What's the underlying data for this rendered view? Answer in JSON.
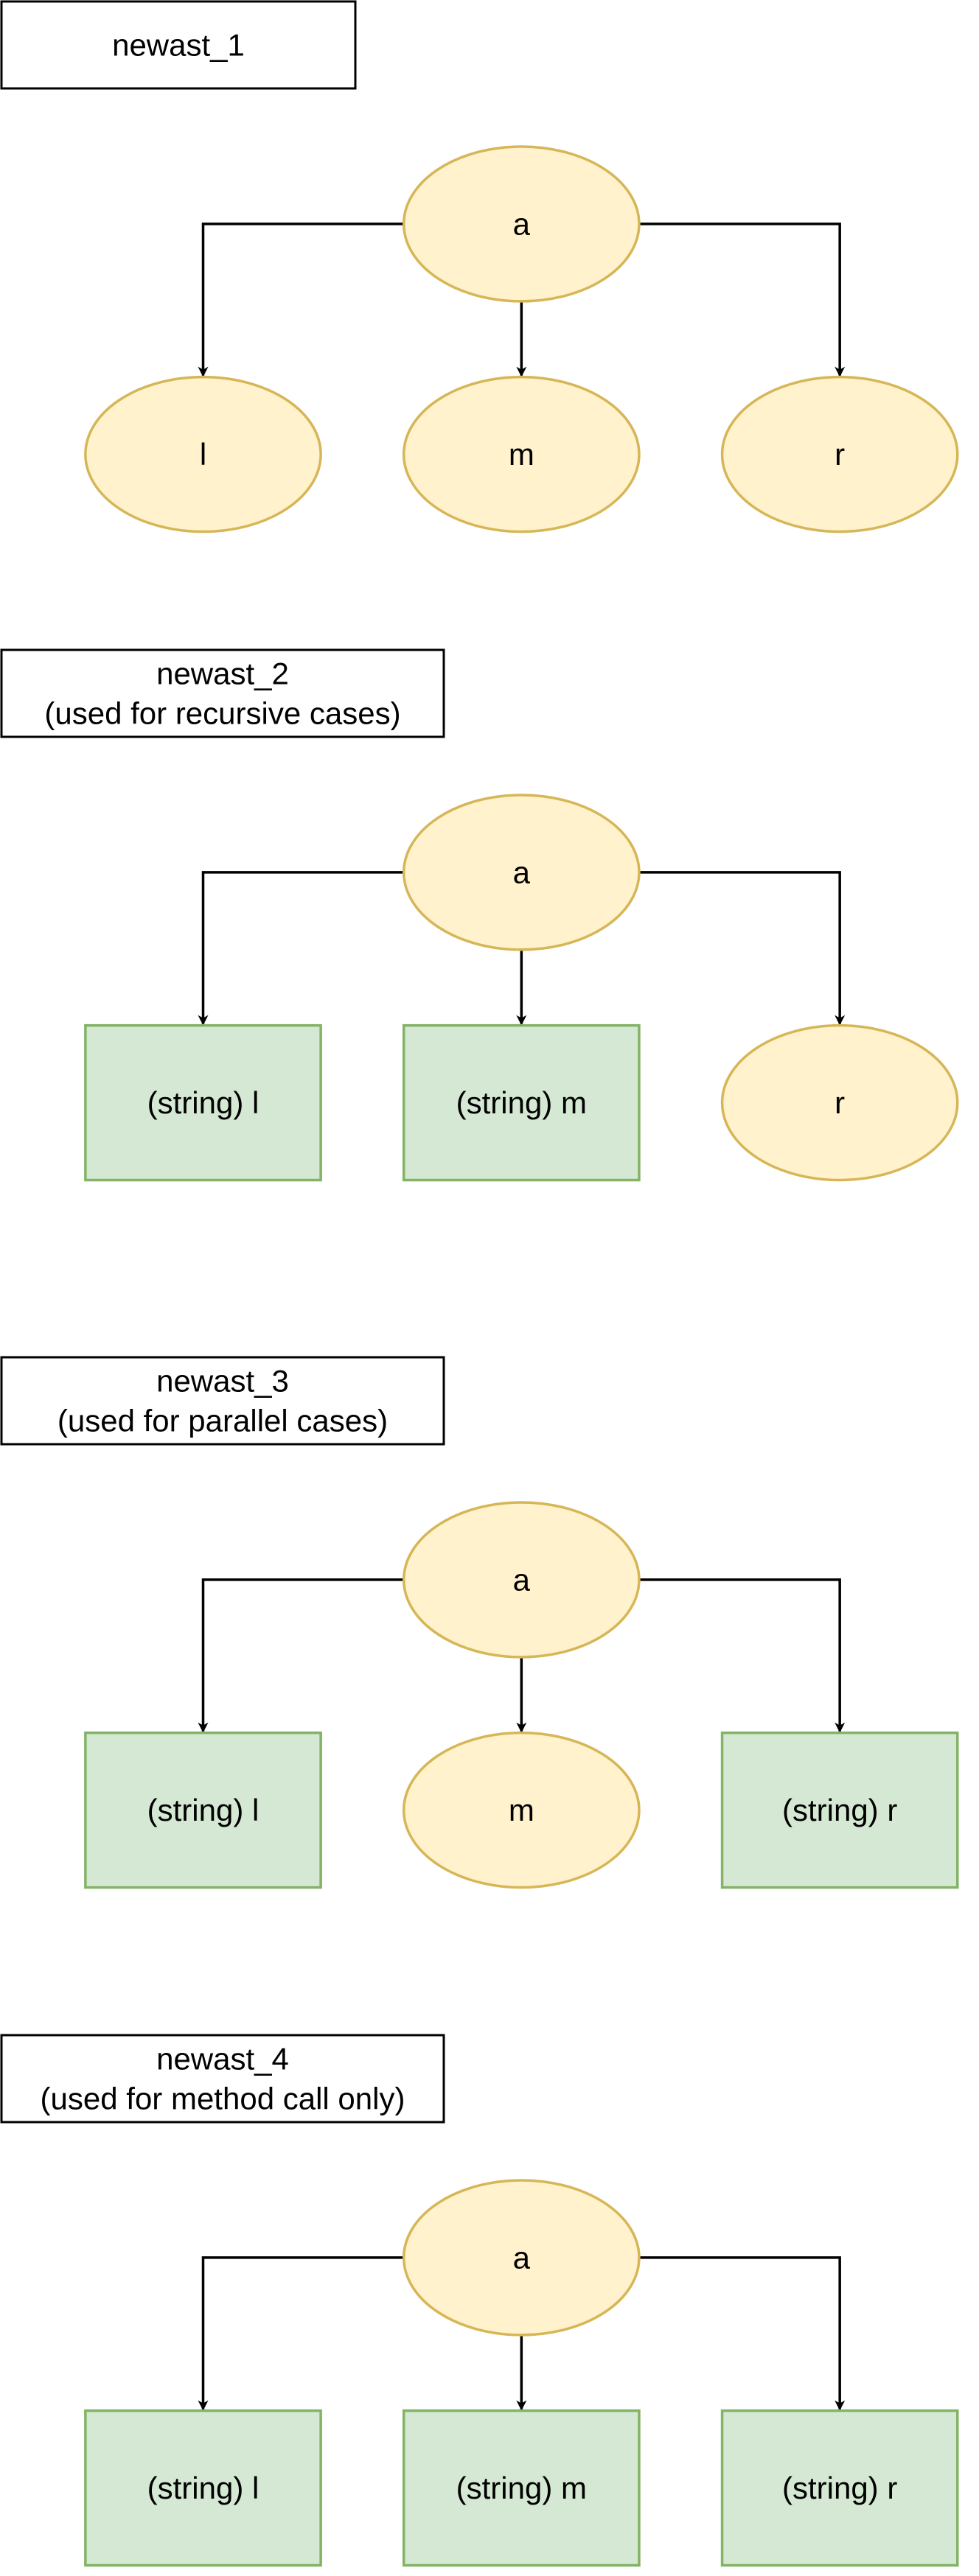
{
  "colors": {
    "ellipse_fill": "#fff2cc",
    "ellipse_stroke": "#d6b656",
    "rect_fill": "#d5e8d4",
    "rect_stroke": "#82b366",
    "edge": "#000000"
  },
  "diagrams": [
    {
      "title": [
        "newast_1"
      ],
      "root": "a",
      "children": [
        {
          "label": "l",
          "kind": "ellipse"
        },
        {
          "label": "m",
          "kind": "ellipse"
        },
        {
          "label": "r",
          "kind": "ellipse"
        }
      ]
    },
    {
      "title": [
        "newast_2",
        "(used for recursive cases)"
      ],
      "root": "a",
      "children": [
        {
          "label": "(string) l",
          "kind": "rect"
        },
        {
          "label": "(string) m",
          "kind": "rect"
        },
        {
          "label": "r",
          "kind": "ellipse"
        }
      ]
    },
    {
      "title": [
        "newast_3",
        "(used for parallel cases)"
      ],
      "root": "a",
      "children": [
        {
          "label": "(string) l",
          "kind": "rect"
        },
        {
          "label": "m",
          "kind": "ellipse"
        },
        {
          "label": "(string) r",
          "kind": "rect"
        }
      ]
    },
    {
      "title": [
        "newast_4",
        "(used for method call only)"
      ],
      "root": "a",
      "children": [
        {
          "label": "(string) l",
          "kind": "rect"
        },
        {
          "label": "(string) m",
          "kind": "rect"
        },
        {
          "label": "(string) r",
          "kind": "rect"
        }
      ]
    }
  ]
}
